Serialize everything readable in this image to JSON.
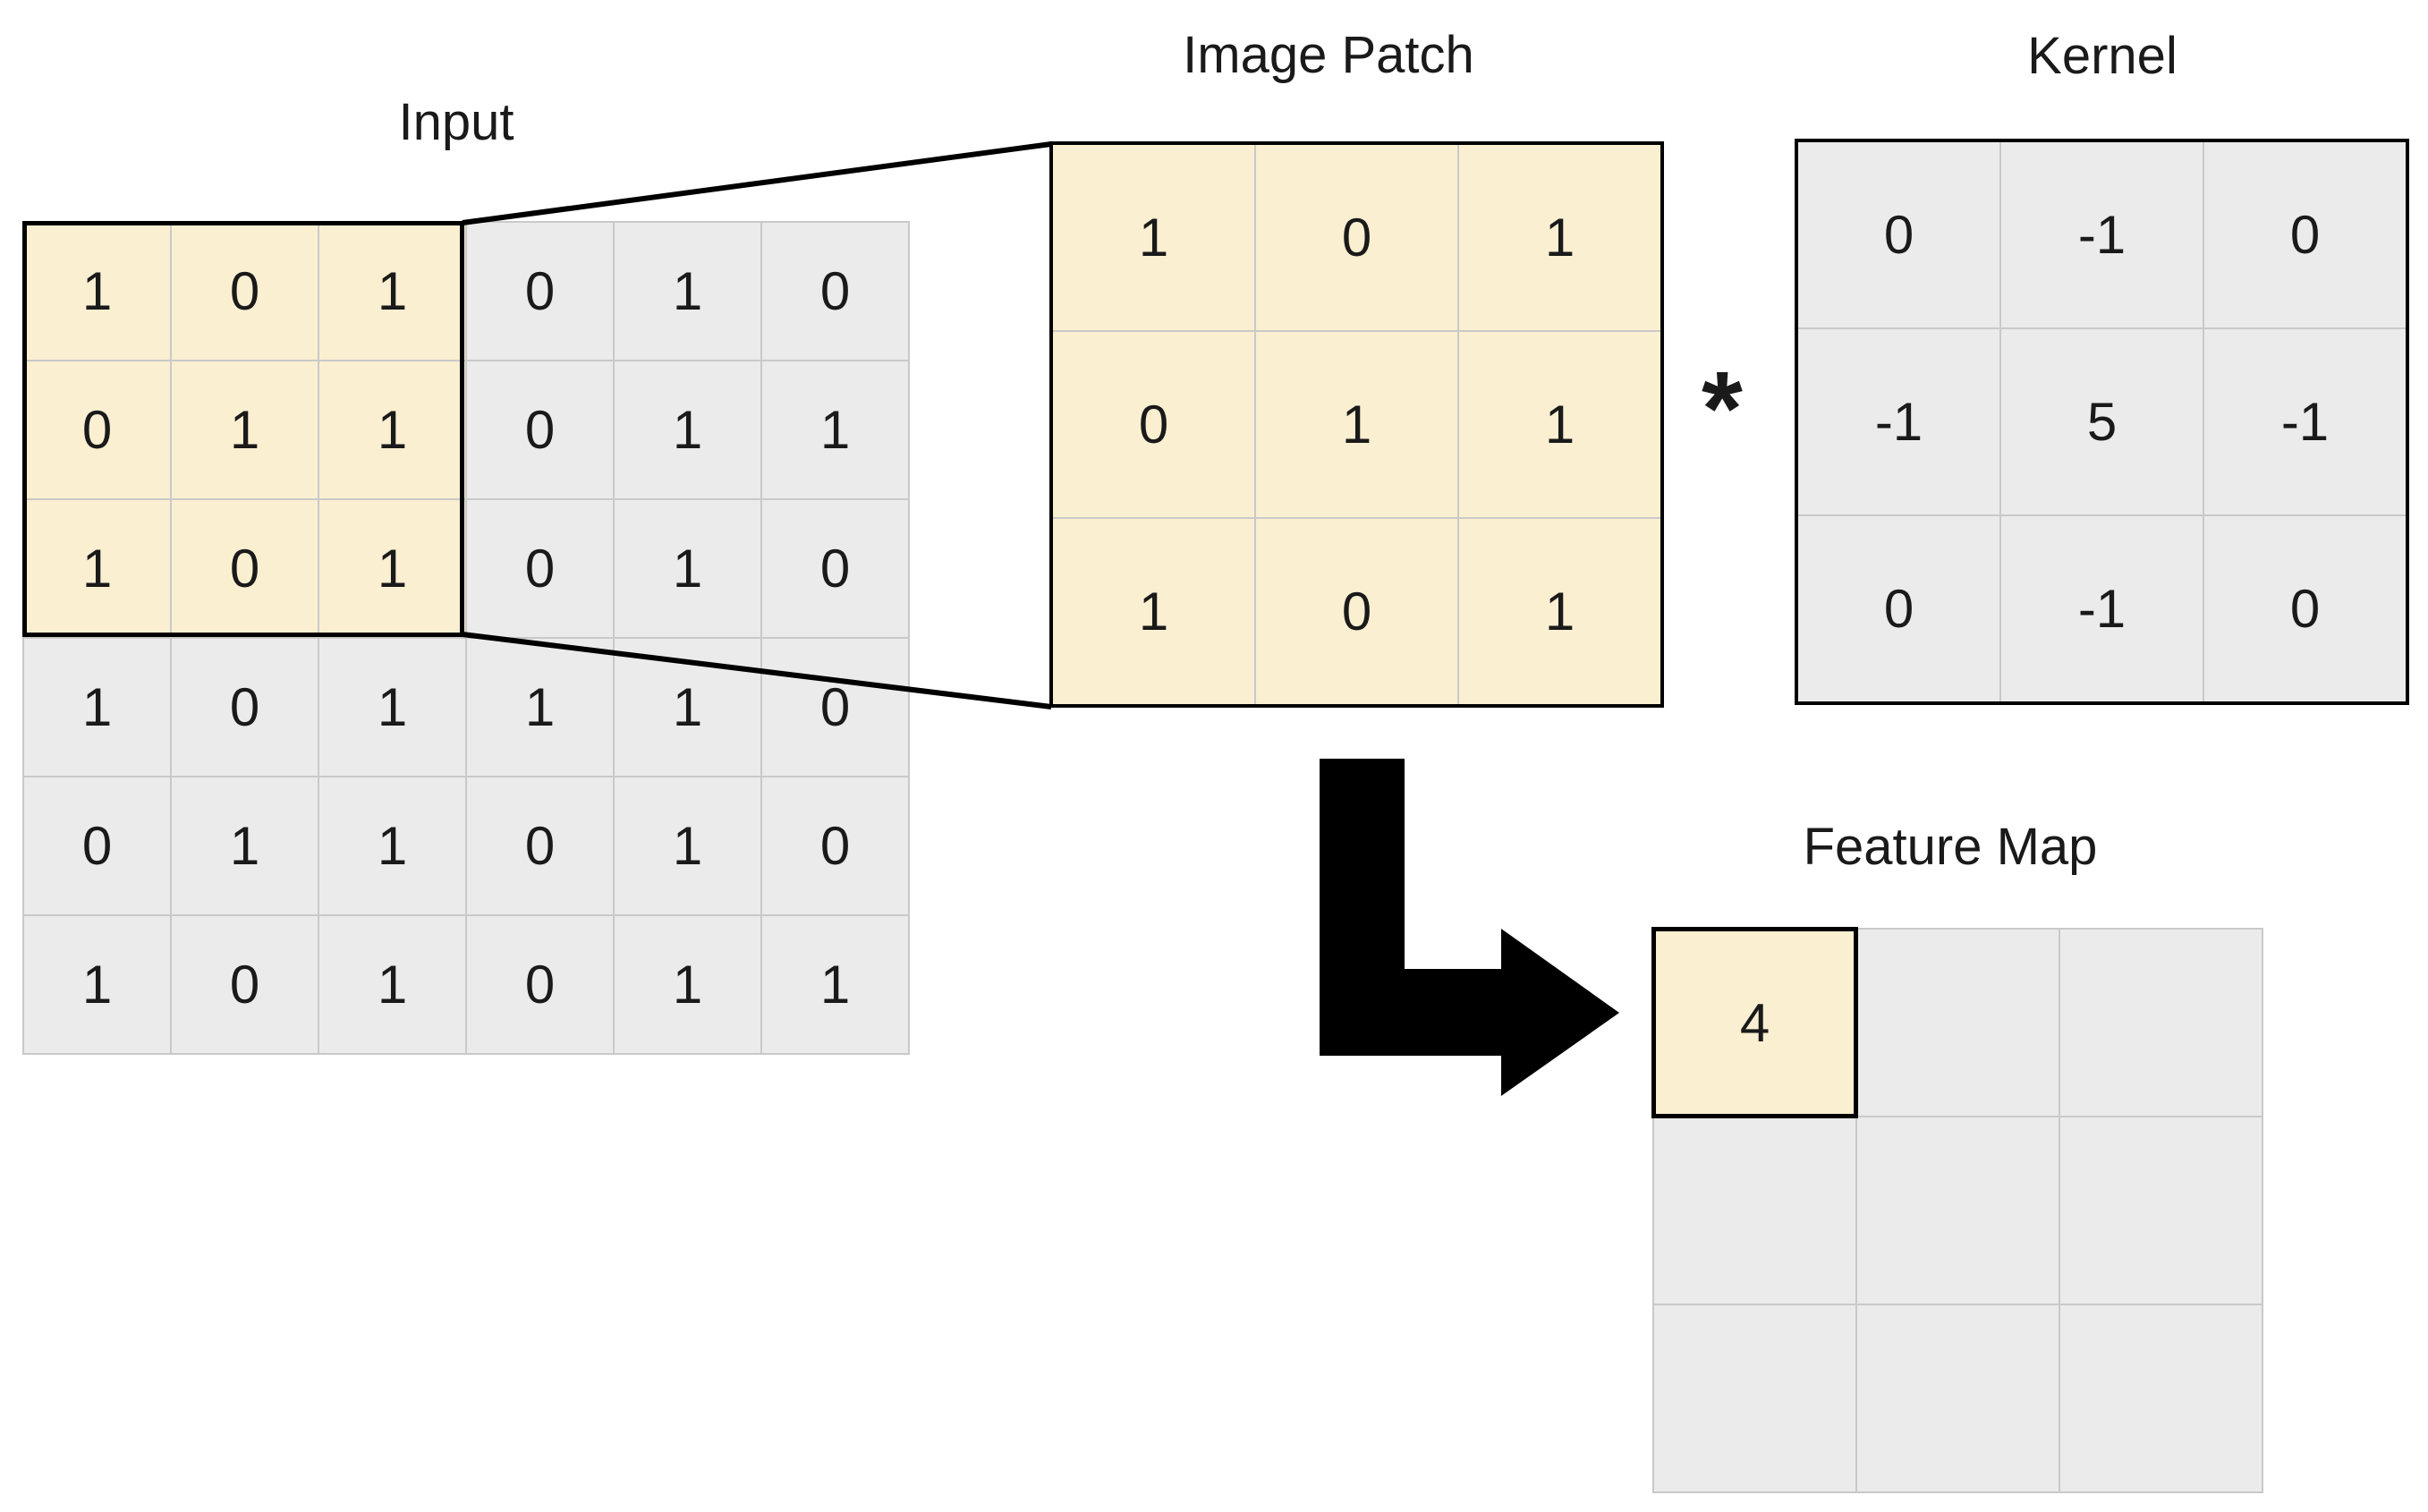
{
  "colors": {
    "highlight_fill": "#FAEFD1",
    "cell_fill": "#EBEBEB",
    "grid_line": "#C9C9C9",
    "ink": "#1A1A1A",
    "arrow_fill": "#000000"
  },
  "input": {
    "label": "Input",
    "values": [
      [
        1,
        0,
        1,
        0,
        1,
        0
      ],
      [
        0,
        1,
        1,
        0,
        1,
        1
      ],
      [
        1,
        0,
        1,
        0,
        1,
        0
      ],
      [
        1,
        0,
        1,
        1,
        1,
        0
      ],
      [
        0,
        1,
        1,
        0,
        1,
        0
      ],
      [
        1,
        0,
        1,
        0,
        1,
        1
      ]
    ],
    "highlight": {
      "row_start": 0,
      "row_end": 2,
      "col_start": 0,
      "col_end": 2,
      "ring": false
    }
  },
  "image_patch": {
    "label": "Image Patch",
    "values": [
      [
        1,
        0,
        1
      ],
      [
        0,
        1,
        1
      ],
      [
        1,
        0,
        1
      ]
    ],
    "highlight": {
      "row_start": 0,
      "row_end": 2,
      "col_start": 0,
      "col_end": 2,
      "ring": false
    }
  },
  "operator": {
    "symbol": "*"
  },
  "kernel": {
    "label": "Kernel",
    "values": [
      [
        0,
        -1,
        0
      ],
      [
        -1,
        5,
        -1
      ],
      [
        0,
        -1,
        0
      ]
    ]
  },
  "feature_map": {
    "label": "Feature Map",
    "values": [
      [
        "4",
        "",
        ""
      ],
      [
        "",
        "",
        ""
      ],
      [
        "",
        "",
        ""
      ]
    ],
    "highlight": {
      "row_start": 0,
      "row_end": 0,
      "col_start": 0,
      "col_end": 0,
      "ring": true
    }
  }
}
